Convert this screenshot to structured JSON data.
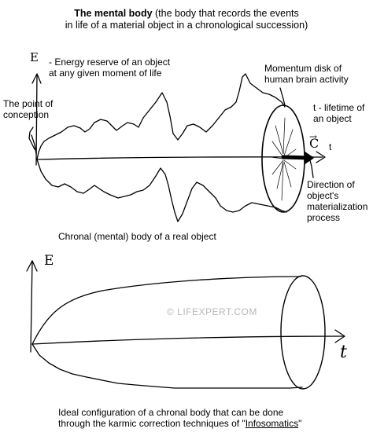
{
  "title": {
    "bold": "The mental body",
    "rest_line1": " (the body that records the events",
    "line2": "in life of a material object in a chronological succession)"
  },
  "top_diagram": {
    "axis_label": "E",
    "energy_label_line1": "- Energy reserve of an object",
    "energy_label_line2": "at any given moment of life",
    "conception_line1": "The point of",
    "conception_line2": "conception",
    "momentum_line1": "Momentum disk of",
    "momentum_line2": "human brain activity",
    "lifetime_line1": "t - lifetime of",
    "lifetime_line2": "an object",
    "vector_label": "C",
    "t_label": "t",
    "direction_line1": "Direction of",
    "direction_line2": "object's",
    "direction_line3": "materialization",
    "direction_line4": "process",
    "caption": "Chronal (mental) body of a real object"
  },
  "watermark": "© LIFEXPERT.COM",
  "bottom_diagram": {
    "axis_label": "E",
    "t_label": "t",
    "caption_line1": "Ideal configuration of a chronal body that can be done",
    "caption_line2_prefix": "through the karmic correction techniques of \"",
    "caption_link": "Infosomatics",
    "caption_line2_suffix": "\""
  }
}
